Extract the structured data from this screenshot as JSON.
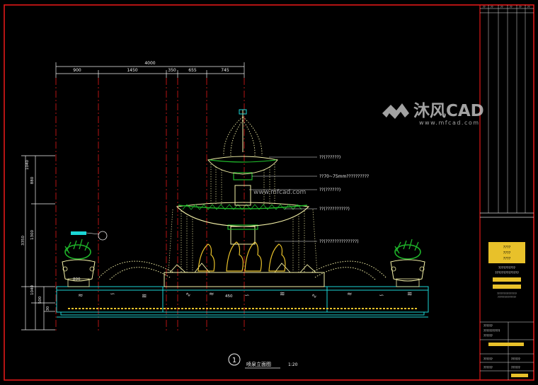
{
  "drawing": {
    "overall_dim": "4000",
    "segment_dims": [
      "900",
      "1450",
      "350",
      "655",
      "745"
    ],
    "left_dims": [
      "1040",
      "880",
      "1300",
      "3350",
      "1040",
      "500",
      "30"
    ],
    "bottom_dims": [
      "800",
      "450"
    ],
    "callouts": [
      "??(??????)",
      "??70~75mm??????????",
      "??(??????)",
      "??(??????????)",
      "??(??????????????)"
    ],
    "section_number": "1",
    "section_title": "喷泉立面图",
    "scale": "1:20"
  },
  "watermark": {
    "brand": "沐风CAD",
    "url_right": "www.mfcad.com",
    "url_center": "www.mfcad.com"
  },
  "title_block": {
    "project_rows": [
      "??????",
      "???????????",
      "??????"
    ],
    "design_box": [
      "????",
      "????",
      "????"
    ],
    "design_lines": [
      "??????????",
      "??????????????"
    ],
    "small_lines": [
      "???????????????",
      "??????????????"
    ],
    "footer_rows": [
      "??????",
      "??????",
      "??????",
      "??????"
    ]
  },
  "colors": {
    "frame": "#e01818",
    "dim": "#f2f2f2",
    "structure": "#1bd6d6",
    "fountain": "#f5f2a8",
    "plants": "#1fb52a",
    "accent": "#e8c12a"
  }
}
